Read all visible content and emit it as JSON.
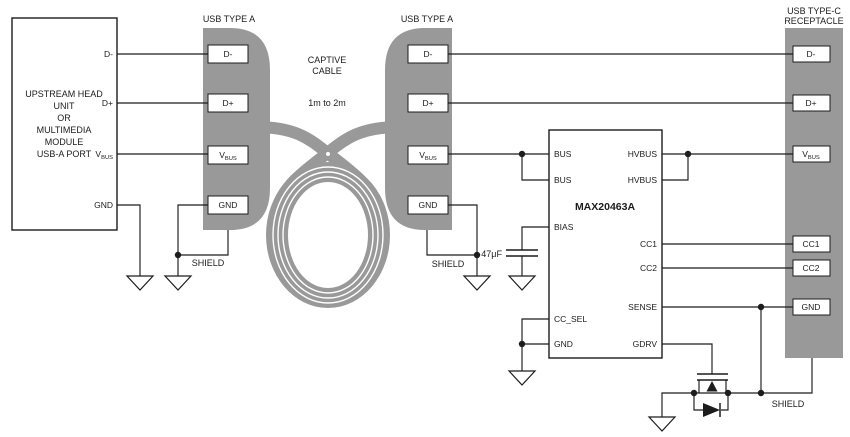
{
  "labels": {
    "dminus": "D-",
    "dplus": "D+",
    "v": "V",
    "vbus_sub": "BUS",
    "gnd": "GND",
    "shield": "SHIELD",
    "cc1": "CC1",
    "cc2": "CC2"
  },
  "upstream_box": {
    "lines": [
      "UPSTREAM HEAD",
      "UNIT",
      "OR",
      "MULTIMEDIA",
      "MODULE",
      "USB-A PORT"
    ]
  },
  "usb_a_1": {
    "title": "USB TYPE A"
  },
  "usb_a_2": {
    "title": "USB TYPE A"
  },
  "cable": {
    "name_line1": "CAPTIVE",
    "name_line2": "CABLE",
    "length": "1m to 2m"
  },
  "ic": {
    "name": "MAX20463A",
    "left_pins": [
      "BUS",
      "BUS",
      "BIAS",
      "CC_SEL",
      "GND"
    ],
    "right_pins": [
      "HVBUS",
      "HVBUS",
      "CC1",
      "CC2",
      "SENSE",
      "GDRV"
    ]
  },
  "capacitor": {
    "value": "47μF"
  },
  "usb_c": {
    "title_line1": "USB TYPE-C",
    "title_line2": "RECEPTACLE"
  },
  "colors": {
    "connector_gray": "#999999",
    "wire": "#1c1c1c",
    "background": "#ffffff"
  }
}
